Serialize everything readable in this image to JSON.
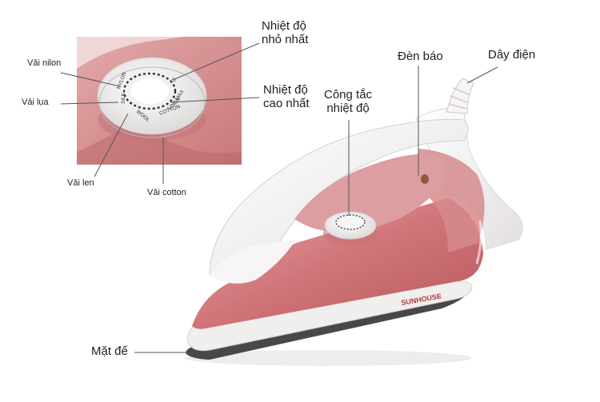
{
  "brand": "SUNHOUSE",
  "labels": {
    "temp_min": "Nhiệt độ\nnhỏ nhất",
    "temp_max": "Nhiệt độ\ncao nhất",
    "fabric_nylon": "Vải nilon",
    "fabric_silk": "Vải lụa",
    "fabric_wool": "Vải len",
    "fabric_cotton": "Vải cotton",
    "indicator_light": "Đèn báo",
    "power_cord": "Dây điện",
    "temp_switch": "Công tắc\nnhiệt độ",
    "soleplate": "Mặt đế"
  },
  "dial_markings": [
    "NYLON",
    "SILK",
    "WOOL",
    "COTTON",
    "LINEN",
    "MAX"
  ],
  "colors": {
    "body_pink": "#c9686d",
    "body_light": "#e4a3a4",
    "shell_white": "#f4f2f2",
    "soleplate": "#4a4748",
    "brand_red": "#b13a3c",
    "line": "#555555"
  }
}
